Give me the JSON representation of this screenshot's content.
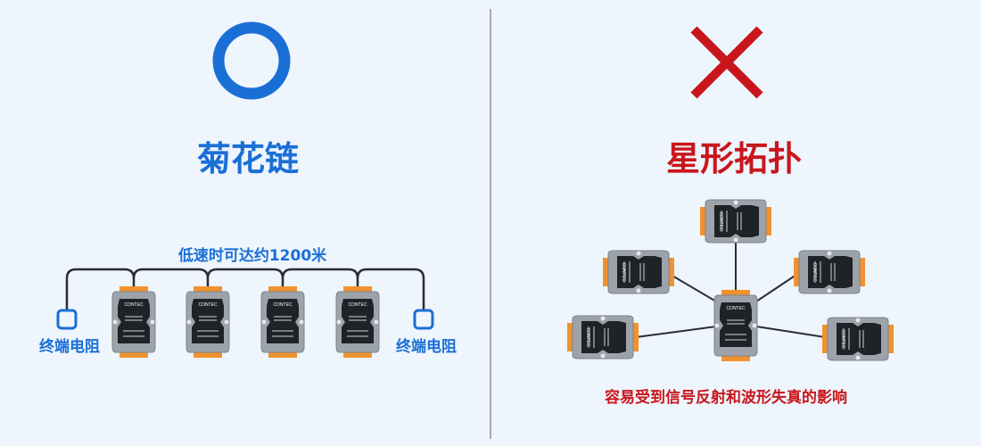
{
  "left": {
    "symbol": "circle-correct",
    "title": "菊花链",
    "distance_label": "低速时可达约1200米",
    "terminator_left": "终端电阻",
    "terminator_right": "终端电阻",
    "device_brand": "CONTEC"
  },
  "right": {
    "symbol": "cross-wrong",
    "title": "星形拓扑",
    "caption": "容易受到信号反射和波形失真的影响"
  },
  "colors": {
    "blue": "#1a6fd6",
    "red": "#c8161c",
    "background": "#eef5fc"
  }
}
